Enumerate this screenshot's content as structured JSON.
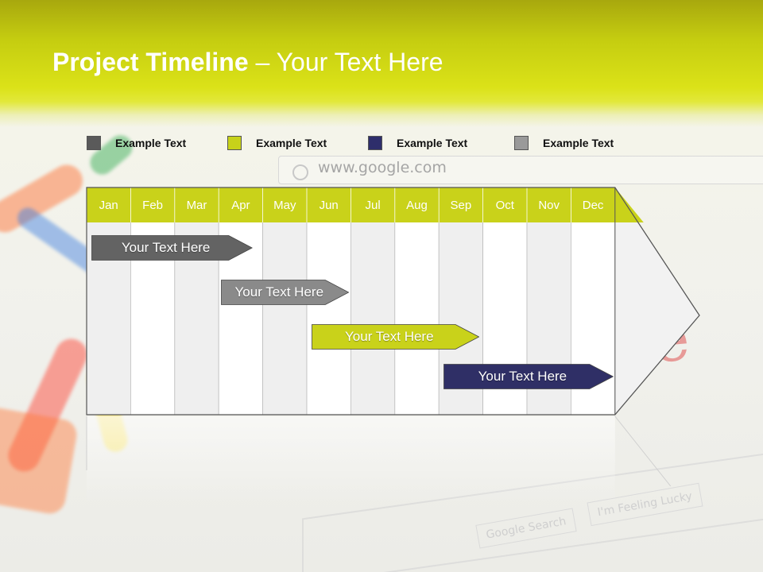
{
  "title": {
    "bold": "Project Timeline",
    "rest": " – Your Text Here"
  },
  "legend": [
    {
      "label": "Example Text",
      "color": "#5a5a5a"
    },
    {
      "label": "Example Text",
      "color": "#c7d21a"
    },
    {
      "label": "Example Text",
      "color": "#2e2e6b"
    },
    {
      "label": "Example Text",
      "color": "#9a9a9a"
    }
  ],
  "months": [
    "Jan",
    "Feb",
    "Mar",
    "Apr",
    "May",
    "Jun",
    "Jul",
    "Aug",
    "Sep",
    "Oct",
    "Nov",
    "Dec"
  ],
  "tasks": [
    {
      "label": "Your  Text Here",
      "color": "#636363",
      "start_month": 0.05,
      "end_month": 3.8
    },
    {
      "label": "Your  Text Here",
      "color": "#8a8a8a",
      "start_month": 3.0,
      "end_month": 6.0
    },
    {
      "label": "Your  Text Here",
      "color": "#c9d21a",
      "start_month": 5.05,
      "end_month": 8.95
    },
    {
      "label": "Your  Text Here",
      "color": "#2f2f66",
      "start_month": 8.05,
      "end_month": 12.0
    }
  ],
  "background": {
    "url_text": "www.google.com",
    "button_1": "Google Search",
    "button_2": "I'm Feeling Lucky"
  },
  "colors": {
    "accent": "#c9d21a",
    "header_dark": "#a8a80e"
  }
}
